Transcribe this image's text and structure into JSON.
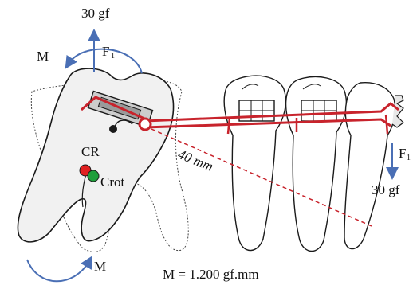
{
  "labels": {
    "force_top": "30 gf",
    "force_top_symbol": "F",
    "force_top_subscript": "1",
    "moment_top": "M",
    "distance": "40 mm",
    "center_resistance": "CR",
    "center_rotation": "Crot",
    "force_right_symbol": "F",
    "force_right_subscript": "1",
    "force_right": "30 gf",
    "moment_bottom": "M",
    "moment_formula": "M = 1.200 gf.mm"
  },
  "colors": {
    "wire": "#c8232c",
    "arrow": "#4a6fb5",
    "outline": "#1a1a1a",
    "tooth_fill": "#f1f1f1",
    "cr_point": "#e02020",
    "crot_point": "#1e9e3a",
    "dashed_line": "#c8232c"
  }
}
